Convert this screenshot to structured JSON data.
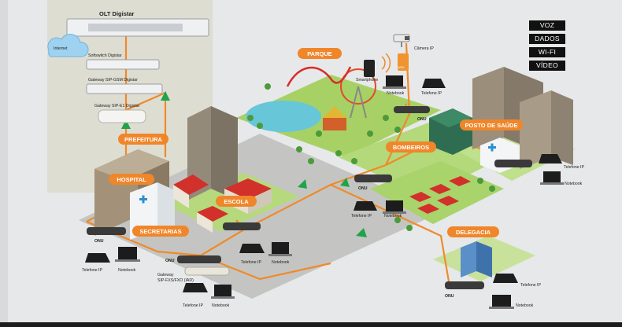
{
  "legend": [
    "VOZ",
    "DADOS",
    "WI-FI",
    "VÍDEO"
  ],
  "labels": {
    "olt": "OLT Digistar",
    "internet": "Internet",
    "softswitch": "Softswitch Digistar",
    "gw_gsm": "Gateway SIP-GSM Digistar",
    "gw_e1": "Gateway SIP-E1 Digistar",
    "camera": "Câmera IP",
    "smartphone": "Smartphone",
    "wifi": "WIFI",
    "notebook": "Notebook",
    "telefone": "Telefone IP",
    "onu": "ONU",
    "gw_iad_1": "Gateway",
    "gw_iad_2": "SIP-FXS/FXO (IAD)"
  },
  "places": {
    "parque": "PARQUE",
    "prefeitura": "PREFEITURA",
    "hospital": "HOSPITAL",
    "escola": "ESCOLA",
    "secretarias": "SECRETARIAS",
    "bombeiros": "BOMBEIROS",
    "posto": "POSTO DE SAÚDE",
    "delegacia": "DELEGACIA"
  },
  "colors": {
    "fiber": "#ef8a2b",
    "badge": "#f0862a",
    "grass": "#9ccb5b",
    "road": "#a9aaa6",
    "arrow": "#1fa44a"
  }
}
